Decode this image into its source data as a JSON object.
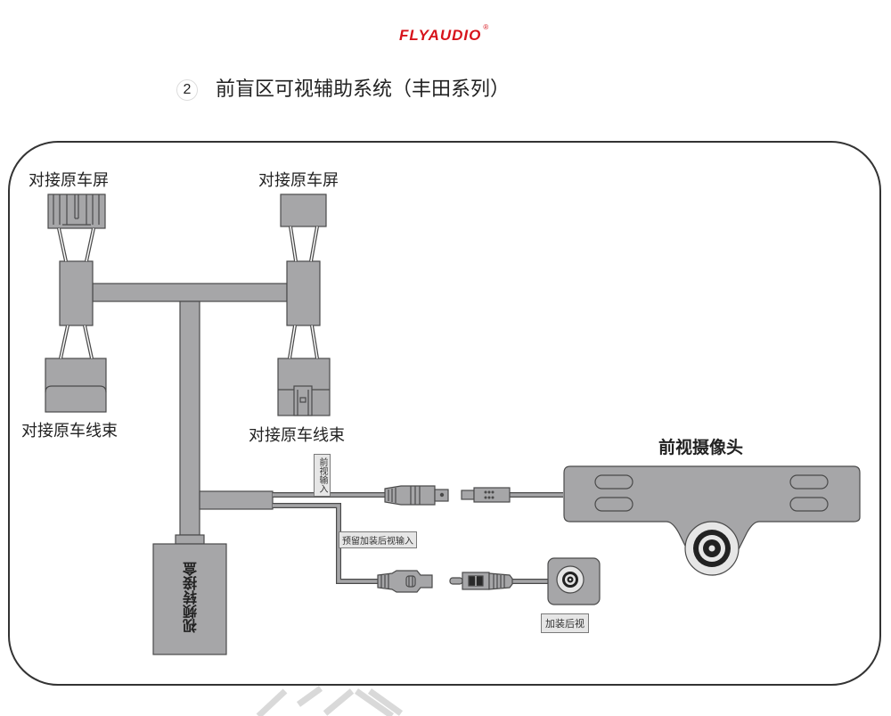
{
  "brand": {
    "logo_text": "FLYAUDIO",
    "registered_mark": "®",
    "color": "#d7131b"
  },
  "heading": {
    "number": "2",
    "title": "前盲区可视辅助系统（丰田系列）"
  },
  "diagram": {
    "labels": {
      "screen_left": "对接原车屏",
      "screen_right": "对接原车屏",
      "harness_left": "对接原车线束",
      "harness_right": "对接原车线束",
      "front_camera": "前视摄像头",
      "front_input_tag": "前视输入",
      "rear_input_tag": "预留加装后视输入",
      "rear_camera_tag": "加装后视",
      "converter_box": "视频转接盒"
    },
    "colors": {
      "part_fill": "#a6a6a8",
      "part_stroke": "#4a4a4a",
      "frame": "#333333",
      "tag_fill": "#e6e6e6"
    }
  }
}
